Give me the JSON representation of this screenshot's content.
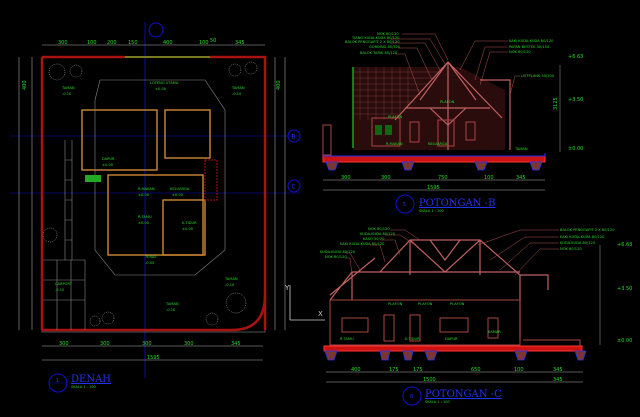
{
  "colors": {
    "background": "#000000",
    "walls": "#aa1111",
    "dimensions": "#22dd22",
    "titles": "#2233ee",
    "roof": "#c06060",
    "axis": "#1111cc"
  },
  "plan": {
    "title": "DENAH",
    "number": "1",
    "scale": "SKALA 1 : 100",
    "top_dims": [
      "300",
      "100",
      "200",
      "150",
      "400",
      "100",
      "50",
      "345"
    ],
    "side_dims": [
      "400",
      "400"
    ],
    "bottom_dims": [
      "300",
      "300",
      "300",
      "300",
      "345"
    ],
    "total": "1595",
    "rooms": [
      {
        "name": "TAMAN",
        "level": "-0.10"
      },
      {
        "name": "LOTENG UTAMA",
        "level": "±0.00"
      },
      {
        "name": "TAMAN",
        "level": "-0.10"
      },
      {
        "name": "DAPUR",
        "level": "±0.00"
      },
      {
        "name": "R.MAKAN",
        "level": "±0.00"
      },
      {
        "name": "KELUARGA",
        "level": "±0.00"
      },
      {
        "name": "R.TAMU",
        "level": "±0.00"
      },
      {
        "name": "K.TIDUR",
        "level": "±0.00"
      },
      {
        "name": "TERAS",
        "level": "-0.05"
      },
      {
        "name": "CARPORT",
        "level": "-0.10"
      },
      {
        "name": "TAMAN",
        "level": "-0.10"
      },
      {
        "name": "TAMAN",
        "level": "-0.10"
      }
    ],
    "markers": [
      "B",
      "C"
    ]
  },
  "section_b": {
    "title": "POTONGAN -B",
    "number": "5",
    "scale": "SKALA 1 : 100",
    "dims": [
      "300",
      "300",
      "750",
      "100",
      "345"
    ],
    "total": "1595",
    "levels": [
      "+6.63",
      "+3.50",
      "±0.00"
    ],
    "height": "3125",
    "labels_left": [
      "NOK 80/120",
      "TIANG KUDA-KUDA 80/120",
      "BALOK PENGGAPIT 2 X 80/120",
      "GORDING 80/120",
      "BALOK TARIK 80/120"
    ],
    "labels_right": [
      "KAKI KUDA-KUDA 80/120",
      "PAPAN BESTEK 30/150",
      "NOK 80/120",
      "LISTPLANK 30/200"
    ],
    "rooms": [
      "PLAFON",
      "PLAFON",
      "R.MAKAN",
      "KELUARGA",
      "TAMAN"
    ]
  },
  "section_c": {
    "title": "POTONGAN -C",
    "number": "6",
    "scale": "SKALA 1 : 100",
    "dims": [
      "400",
      "175",
      "175",
      "650",
      "100",
      "345"
    ],
    "total": "1500",
    "total_right": "345",
    "levels": [
      "+6.63",
      "+3.50",
      "±0.00"
    ],
    "labels_left": [
      "NOK 80/120",
      "KUDA-KUDA 80/120",
      "KASO 50/70",
      "KAKI KUDA-KUDA 80/120",
      "KUDA-KUDA 80/120",
      "NOK 80/120"
    ],
    "labels_right": [
      "BALOK PENGGAPIT 2 X 80/120",
      "KAKI KUDA-KUDA 80/120",
      "KUDA-KUDA 80/120",
      "NOK 80/120"
    ],
    "rooms": [
      "PLAFON",
      "PLAFON",
      "PLAFON",
      "R.TAMU",
      "K.TIDUR",
      "DAPUR",
      "KAMAR"
    ]
  },
  "ucs": {
    "x": "X",
    "y": "Y"
  }
}
